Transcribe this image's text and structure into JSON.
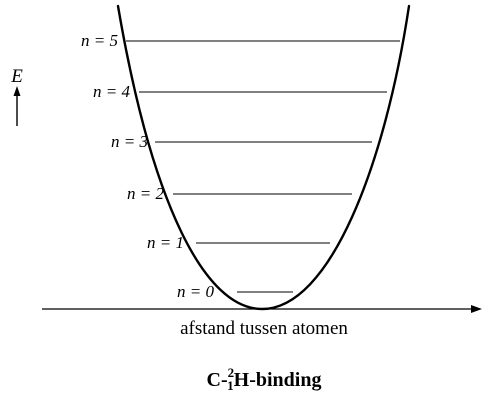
{
  "energy_axis": {
    "label": "E"
  },
  "x_axis": {
    "label": "afstand tussen atomen"
  },
  "levels": [
    {
      "label": "n = 0"
    },
    {
      "label": "n = 1"
    },
    {
      "label": "n = 2"
    },
    {
      "label": "n = 3"
    },
    {
      "label": "n = 4"
    },
    {
      "label": "n = 5"
    }
  ],
  "caption": {
    "prefix": "C-",
    "sup": "2",
    "sub": "1",
    "suffix": "H-binding"
  }
}
